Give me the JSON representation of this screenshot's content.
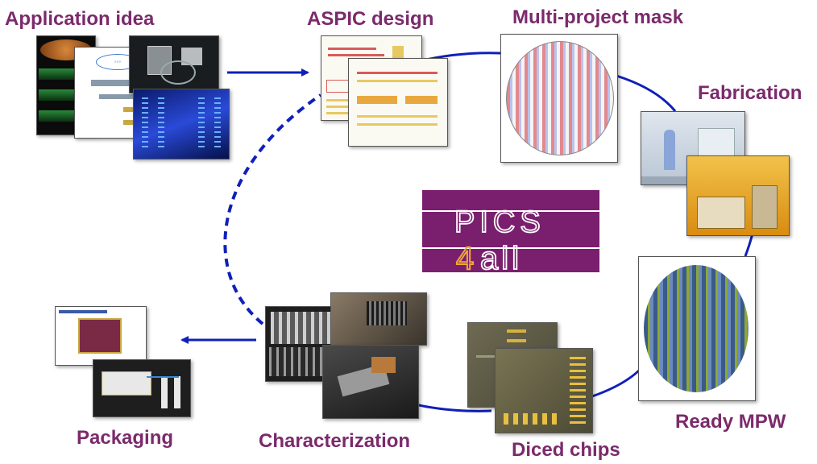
{
  "stages": {
    "application_idea": "Application idea",
    "aspic_design": "ASPIC design",
    "multi_project_mask": "Multi-project mask",
    "fabrication": "Fabrication",
    "ready_mpw": "Ready MPW",
    "diced_chips": "Diced chips",
    "characterization": "Characterization",
    "packaging": "Packaging"
  },
  "logo": {
    "text": "PICS4ALL",
    "bg_color": "#7a1f6e",
    "accent_color": "#f0a830"
  },
  "colors": {
    "label": "#7b2a6b",
    "arrow": "#1020b8"
  }
}
